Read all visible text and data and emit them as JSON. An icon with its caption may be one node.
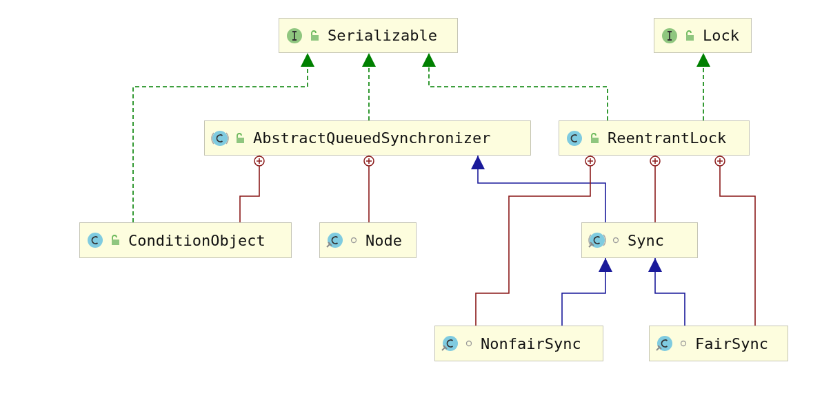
{
  "diagram": {
    "nodes": [
      {
        "text": [
          "Serializable"
        ]
      },
      {
        "text": [
          "Lock"
        ]
      },
      {
        "text": [
          "AbstractQueuedSynchronizer"
        ]
      },
      {
        "text": [
          "ReentrantLock"
        ]
      },
      {
        "text": [
          "ConditionObject"
        ]
      },
      {
        "text": [
          "Node"
        ]
      },
      {
        "text": [
          "Sync"
        ]
      },
      {
        "text": [
          "NonfairSync"
        ]
      },
      {
        "text": [
          "FairSync"
        ]
      }
    ],
    "edges": [
      {
        "from": 4,
        "to": 0,
        "arrow": "to",
        "style": "dashed",
        "color": "#008000"
      },
      {
        "from": 2,
        "to": 0,
        "arrow": "to",
        "style": "dashed",
        "color": "#008000"
      },
      {
        "from": 3,
        "to": 0,
        "arrow": "to",
        "style": "dashed",
        "color": "#008000"
      },
      {
        "from": 3,
        "to": 1,
        "arrow": "to",
        "style": "dashed",
        "color": "#008000"
      },
      {
        "from": 4,
        "to": 2,
        "arrow": "other",
        "color": "#8b1a1a"
      },
      {
        "from": 5,
        "to": 2,
        "arrow": "other",
        "color": "#8b1a1a"
      },
      {
        "from": 6,
        "to": 2,
        "arrow": "to",
        "color": "#1a1a9a"
      },
      {
        "from": 7,
        "to": 3,
        "arrow": "other",
        "color": "#8b1a1a"
      },
      {
        "from": 6,
        "to": 3,
        "arrow": "other",
        "color": "#8b1a1a"
      },
      {
        "from": 8,
        "to": 3,
        "arrow": "other",
        "color": "#8b1a1a"
      },
      {
        "from": 7,
        "to": 6,
        "arrow": "to",
        "color": "#1a1a9a"
      },
      {
        "from": 8,
        "to": 6,
        "arrow": "to",
        "color": "#1a1a9a"
      }
    ]
  }
}
